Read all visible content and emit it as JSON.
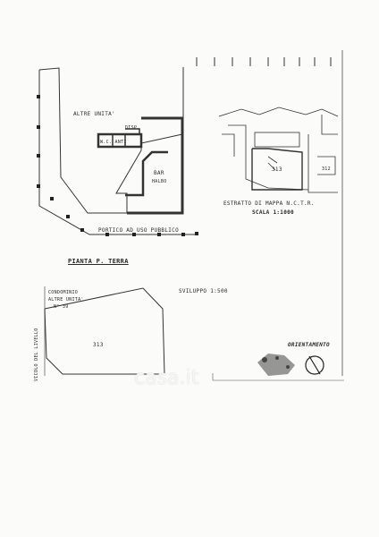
{
  "plan": {
    "altre_unita": "ALTRE UNITA'",
    "disp": "DISP.",
    "wc_anti": "W.C. ANTI",
    "bar_1": "BAR",
    "bar_2": "HALBO",
    "portico": "PORTICO AD USO PUBBLICO",
    "pianta": "PIANTA P. TERRA"
  },
  "map": {
    "parcel": "313",
    "parcel_2": "312",
    "estratto": "ESTRATTO DI MAPPA N.C.T.R.",
    "scala": "SCALA 1:1000"
  },
  "sviluppo": {
    "label": "SVILUPPO 1:500",
    "parcel": "313",
    "condominio_1": "CONDOMINIO",
    "condominio_2": "ALTRE UNITA'",
    "condominio_3": "N° 39",
    "vicolo": "VICOLO DEL LIVELLO"
  },
  "orientamento": "ORIENTAMENTO",
  "watermark": "casa.it"
}
